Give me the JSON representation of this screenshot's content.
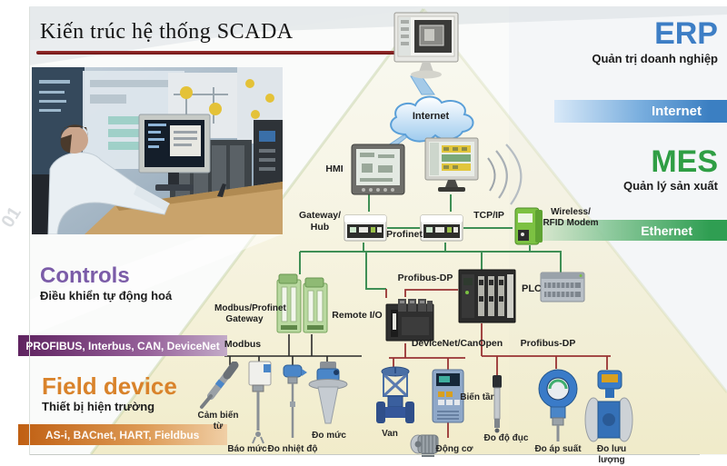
{
  "slide": {
    "title": "Kiến trúc hệ thống SCADA",
    "watermark": "01"
  },
  "levels": {
    "erp": {
      "name": "ERP",
      "desc": "Quản trị doanh nghiệp",
      "bus": "Internet"
    },
    "mes": {
      "name": "MES",
      "desc": "Quản lý sản xuất",
      "bus": "Ethernet"
    },
    "controls": {
      "name": "Controls",
      "desc": "Điều khiển tự động hoá",
      "bus": "PROFIBUS, Interbus, CAN, DeviceNet"
    },
    "field": {
      "name": "Field device",
      "desc": "Thiết bị hiện trường",
      "bus": "AS-i, BACnet, HART, Fieldbus"
    }
  },
  "network": {
    "cloud": "Internet",
    "hmi": "HMI",
    "gateway": "Gateway/\nHub",
    "profinet": "Profinet",
    "tcpip": "TCP/IP",
    "wireless": "Wireless/\nRFID Modem",
    "modbus_gateway": "Modbus/Profinet\nGateway",
    "modbus": "Modbus",
    "remote_io": "Remote I/O",
    "profibus_dp_upper": "Profibus-DP",
    "plc": "PLC",
    "devicenet": "DeviceNet/CanOpen",
    "profibus_dp_lower": "Profibus-DP"
  },
  "field_devices": [
    {
      "label": "Cảm biến từ"
    },
    {
      "label": "Báo mức"
    },
    {
      "label": "Đo nhiệt độ"
    },
    {
      "label": "Đo mức"
    },
    {
      "label": "Van"
    },
    {
      "label": "Động cơ"
    },
    {
      "label": "Biến tần"
    },
    {
      "label": "Đo độ đục"
    },
    {
      "label": "Đo áp suất"
    },
    {
      "label": "Đo lưu lượng"
    }
  ],
  "colors": {
    "erp_blue": "#3d7ec5",
    "mes_green": "#2f9e44",
    "controls_purple": "#7b5ca8",
    "field_orange": "#d9832b",
    "internet_bar": "#3b7fc2",
    "ethernet_bar": "#2f9e52",
    "profibus_bar": "#5f2360",
    "fieldbus_bar": "#c05f12",
    "network_wire_green": "#3f8f55",
    "fieldbus_wire_red": "#993333",
    "modbus_wire_black": "#2a2a2a",
    "title_underline": "#6e1515"
  }
}
